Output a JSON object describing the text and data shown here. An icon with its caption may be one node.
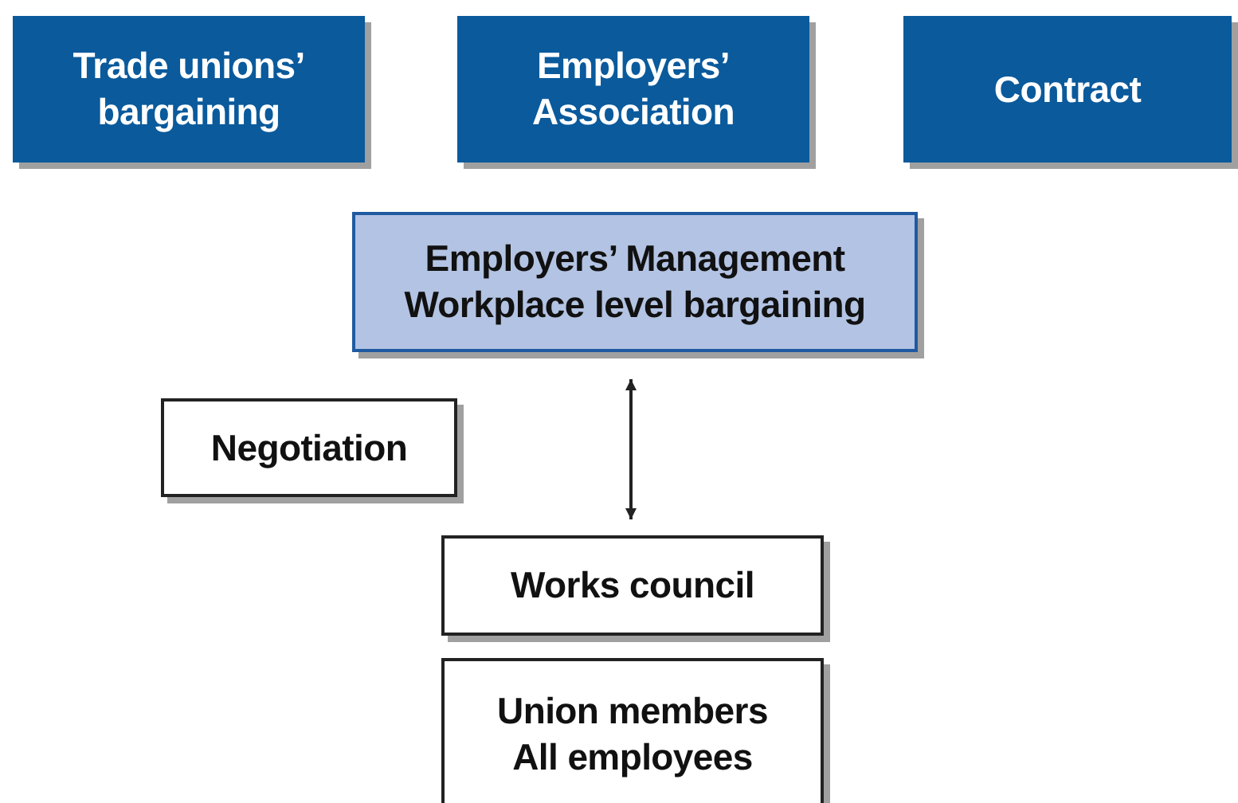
{
  "diagram": {
    "nodes": [
      {
        "text": [
          "Trade unions’ bargaining"
        ]
      },
      {
        "text": [
          "Employers’ Association"
        ]
      },
      {
        "text": [
          "Contract"
        ]
      },
      {
        "text": [
          "Employers’ Management",
          "Workplace level bargaining"
        ]
      },
      {
        "text": [
          "Negotiation"
        ]
      },
      {
        "text": [
          "Works council"
        ]
      },
      {
        "text": [
          "Union members",
          "All employees"
        ]
      }
    ],
    "edges": [
      {
        "from": 3,
        "to": 5,
        "arrow": "both"
      }
    ]
  }
}
